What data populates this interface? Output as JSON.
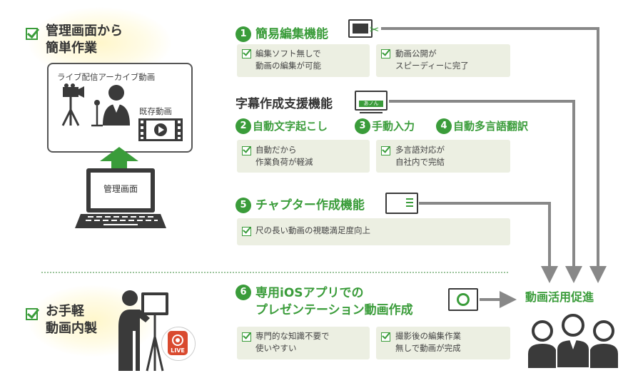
{
  "left": {
    "section1": {
      "title_line1": "管理画面から",
      "title_line2": "簡単作業"
    },
    "section2": {
      "title_line1": "お手軽",
      "title_line2": "動画内製"
    },
    "screen": {
      "label_live": "ライブ配信アーカイブ動画",
      "label_existing": "既存動画"
    },
    "laptop": {
      "label": "管理画面"
    },
    "app_badge": "LIVE"
  },
  "features": {
    "f1": {
      "number": "1",
      "title": "簡易編集機能",
      "boxes": [
        {
          "line1": "編集ソフト無しで",
          "line2": "動画の編集が可能"
        },
        {
          "line1": "動画公開が",
          "line2": "スピーディーに完了"
        }
      ]
    },
    "subtitle_group": {
      "title": "字幕作成支援機能",
      "icon_text": "あノん"
    },
    "f2": {
      "number": "2",
      "title": "自動文字起こし"
    },
    "f3": {
      "number": "3",
      "title": "手動入力"
    },
    "f4": {
      "number": "4",
      "title": "自動多言語翻訳"
    },
    "subtitle_boxes": [
      {
        "line1": "自動だから",
        "line2": "作業負荷が軽減"
      },
      {
        "line1": "多言語対応が",
        "line2": "自社内で完結"
      }
    ],
    "f5": {
      "number": "5",
      "title": "チャプター作成機能",
      "box": {
        "line1": "尺の長い動画の視聴満足度向上"
      }
    },
    "f6": {
      "number": "6",
      "title_line1": "専用iOSアプリでの",
      "title_line2": "プレゼンテーション動画作成",
      "boxes": [
        {
          "line1": "専門的な知識不要で",
          "line2": "使いやすい"
        },
        {
          "line1": "撮影後の編集作業",
          "line2": "無しで動画が完成"
        }
      ]
    }
  },
  "outcome": {
    "label": "動画活用促進"
  },
  "colors": {
    "accent": "#3a9c3a",
    "box": "#ecefe2",
    "dark": "#3a3a3a",
    "arrow": "#888888"
  }
}
